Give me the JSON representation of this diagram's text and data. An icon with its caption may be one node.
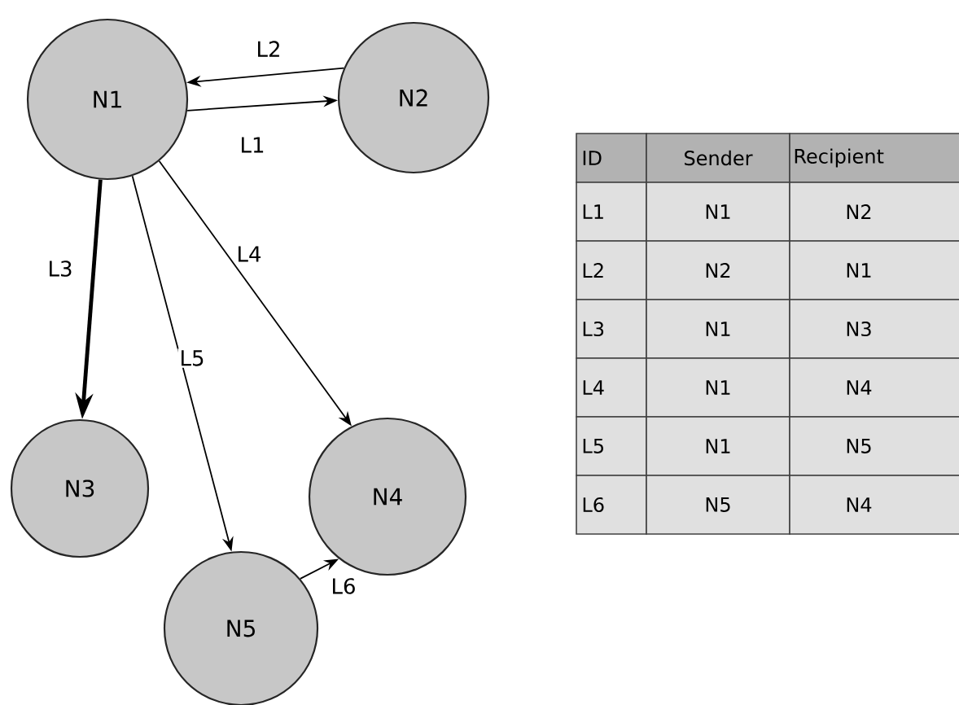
{
  "diagram": {
    "nodes": [
      {
        "text": [
          "N1"
        ]
      },
      {
        "text": [
          "N2"
        ]
      },
      {
        "text": [
          "N3"
        ]
      },
      {
        "text": [
          "N4"
        ]
      },
      {
        "text": [
          "N5"
        ]
      }
    ],
    "edges": [
      {
        "from": 0,
        "to": 1,
        "arrow": "to",
        "label": "L1"
      },
      {
        "from": 1,
        "to": 0,
        "arrow": "to",
        "label": "L2"
      },
      {
        "from": 0,
        "to": 2,
        "arrow": "to",
        "label": "L3",
        "style": "thick"
      },
      {
        "from": 0,
        "to": 3,
        "arrow": "to",
        "label": "L4"
      },
      {
        "from": 0,
        "to": 4,
        "arrow": "to",
        "label": "L5"
      },
      {
        "from": 4,
        "to": 3,
        "arrow": "to",
        "label": "L6"
      }
    ],
    "labels": [
      "ID",
      "Sender",
      "Recipient",
      "L1",
      "N1",
      "N2",
      "L2",
      "N2",
      "N1",
      "L3",
      "N1",
      "N3",
      "L4",
      "N1",
      "N4",
      "L5",
      "N1",
      "N5",
      "L6",
      "N5",
      "N4"
    ]
  }
}
